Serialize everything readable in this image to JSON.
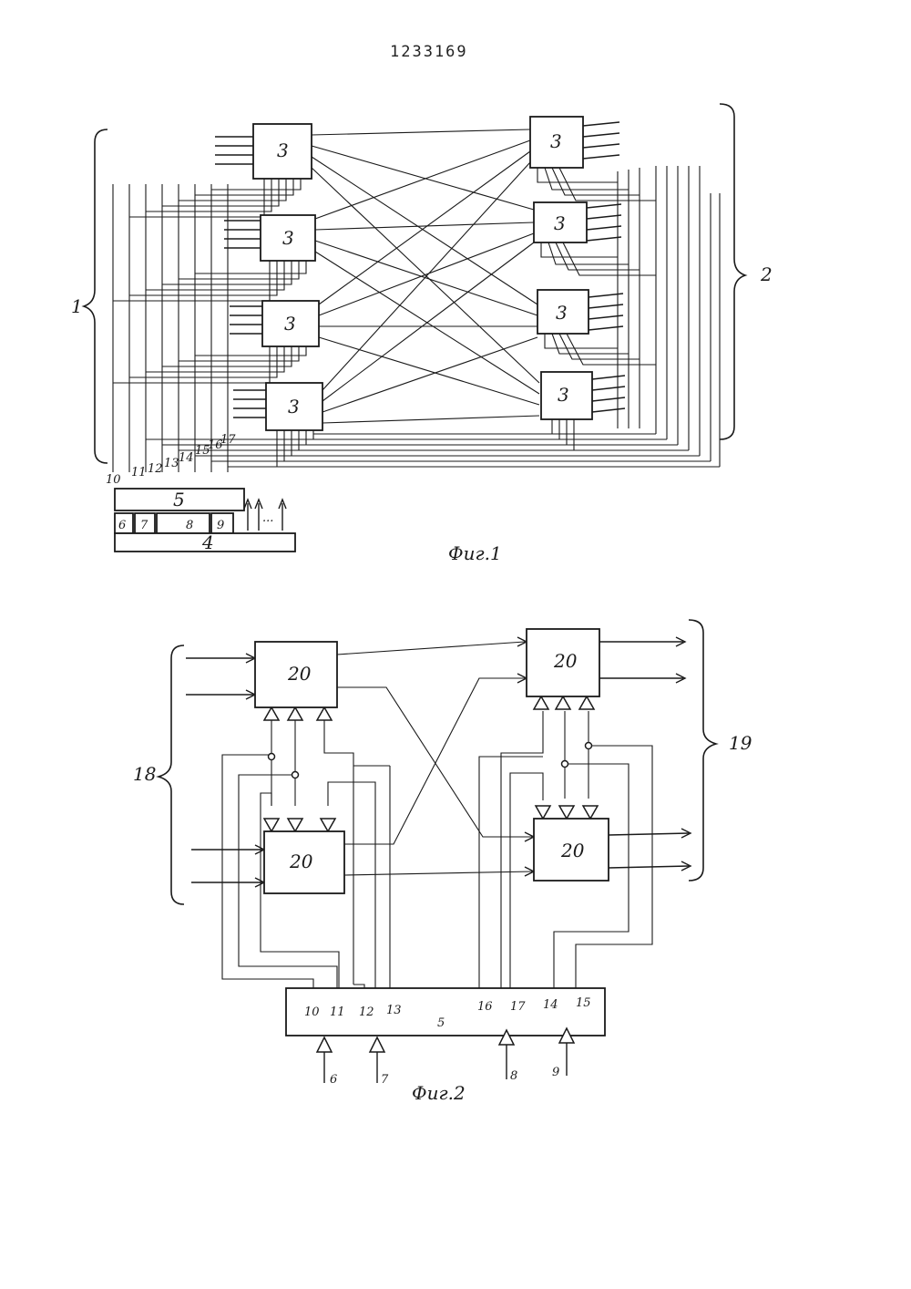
{
  "document": {
    "patent_number": "1233169"
  },
  "figure1": {
    "caption": "Фиг.1",
    "switch_label": "3",
    "group_left_label": "1",
    "group_right_label": "2",
    "register_label": "5",
    "control_label": "4",
    "bus_labels": [
      "10",
      "11",
      "12",
      "13",
      "14",
      "15",
      "16",
      "17"
    ],
    "control_field_labels": [
      "6",
      "7",
      "8",
      "9"
    ],
    "ellipsis": "..."
  },
  "figure2": {
    "caption": "Фиг.2",
    "cell_label": "20",
    "group_left_label": "18",
    "group_right_label": "19",
    "register_label": "5",
    "register_pins": [
      "10",
      "11",
      "12",
      "13",
      "16",
      "17",
      "14",
      "15"
    ],
    "input_labels": [
      "6",
      "7",
      "8",
      "9"
    ]
  }
}
